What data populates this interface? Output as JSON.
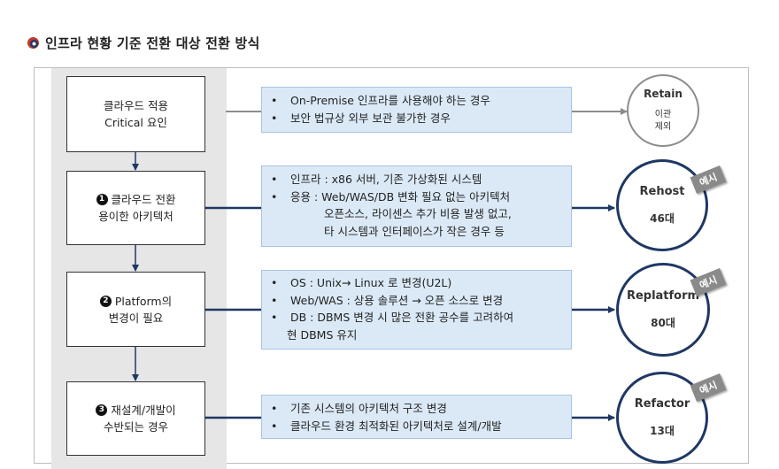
{
  "title": "인프라 현황 기준 전환 대상 전환 방식",
  "steps": [
    {
      "num": "",
      "lines": [
        "클라우드 적용",
        "Critical 요인"
      ]
    },
    {
      "num": "1",
      "lines": [
        "클라우드 전환",
        "용이한 아키텍처"
      ]
    },
    {
      "num": "2",
      "lines": [
        "Platform의",
        "변경이 필요"
      ]
    },
    {
      "num": "3",
      "lines": [
        "재설계/개발이",
        "수반되는 경우"
      ]
    }
  ],
  "descriptions": [
    {
      "items": [
        {
          "bullet": "•",
          "text": "On-Premise 인프라를 사용해야 하는 경우"
        },
        {
          "bullet": "•",
          "text": "보안 법규상 외부 보관 불가한 경우"
        }
      ]
    },
    {
      "items": [
        {
          "bullet": "•",
          "text": "인프라 : x86 서버, 기존 가상화된 시스템"
        },
        {
          "bullet": "•",
          "text": "응용 : Web/WAS/DB 변화 필요 없는 아키텍처"
        }
      ],
      "continuation": [
        "오픈소스, 라이센스 추가 비용 발생 없고,",
        "타 시스템과 인터페이스가 작은 경우 등"
      ]
    },
    {
      "items": [
        {
          "bullet": "•",
          "text": "OS : Unix→ Linux 로 변경(U2L)"
        },
        {
          "bullet": "•",
          "text": "Web/WAS : 상용 솔루션 → 오픈 소스로 변경"
        },
        {
          "bullet": "•",
          "text": "DB : DBMS 변경 시 많은 전환 공수를 고려하여"
        }
      ],
      "continuation": [
        "현 DBMS 유지"
      ]
    },
    {
      "items": [
        {
          "bullet": "•",
          "text": "기존 시스템의 아키텍처 구조 변경"
        },
        {
          "bullet": "•",
          "text": "클라우드 환경 최적화된 아키텍처로 설계/개발"
        }
      ]
    }
  ],
  "outcomes": [
    {
      "name": "Retain",
      "sub1": "이관",
      "sub2": "제외",
      "badge": ""
    },
    {
      "name": "Rehost",
      "sub1": "46대",
      "sub2": "",
      "badge": "예시"
    },
    {
      "name": "Replatform",
      "sub1": "80대",
      "sub2": "",
      "badge": "예시"
    },
    {
      "name": "Refactor",
      "sub1": "13대",
      "sub2": "",
      "badge": "예시"
    }
  ],
  "colors": {
    "navy": "#1f3864",
    "retain_gray": "#8c8c8c",
    "desc_fill": "#dbe9f7",
    "col_gray": "#e6e6e6",
    "title_icon_red": "#c0392b",
    "title_icon_navy": "#1f3864"
  }
}
